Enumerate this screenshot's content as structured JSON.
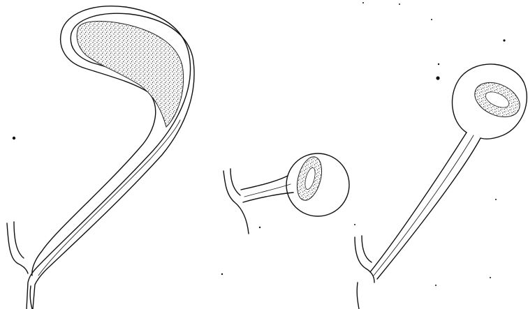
{
  "image": {
    "kind": "ink-line-illustration",
    "background_color": "#ffffff",
    "ink_color": "#111111",
    "figures": [
      {
        "name": "hooked-stalk"
      },
      {
        "name": "short-stalk-with-ring"
      },
      {
        "name": "long-stalk-with-ring"
      }
    ]
  }
}
